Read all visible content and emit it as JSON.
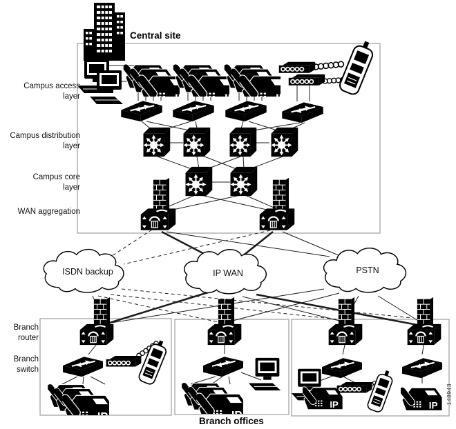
{
  "labels": {
    "central_site": "Central site",
    "campus_access_1": "Campus access",
    "campus_access_2": "layer",
    "campus_distribution_1": "Campus distribution",
    "campus_distribution_2": "layer",
    "campus_core_1": "Campus core",
    "campus_core_2": "layer",
    "wan_aggregation": "WAN aggregation",
    "branch_router_1": "Branch",
    "branch_router_2": "router",
    "branch_switch_1": "Branch",
    "branch_switch_2": "switch",
    "branch_offices": "Branch offices",
    "figure_number": "148943"
  },
  "clouds": [
    {
      "label": "ISDN backup"
    },
    {
      "label": "IP WAN"
    },
    {
      "label": "PSTN"
    }
  ],
  "badges": {
    "ip_phone": "IP"
  },
  "icons": {
    "building": "office-building",
    "access_switch": "workgroup-switch",
    "distribution_switch": "multilayer-switch",
    "core_switch": "multilayer-switch",
    "wan_router": "voice-gateway-router",
    "branch_router": "voice-gateway-router",
    "firewall": "firewall-brick-tower",
    "ip_phone": "ip-phone",
    "pc": "desktop-pc",
    "access_point": "wireless-access-point",
    "wireless_phone": "wireless-handheld-phone",
    "cloud": "network-cloud",
    "radio_link": "coil-chain-link"
  },
  "colors": {
    "ink": "#000000",
    "box_border": "#9c9c9c",
    "background": "#ffffff"
  }
}
